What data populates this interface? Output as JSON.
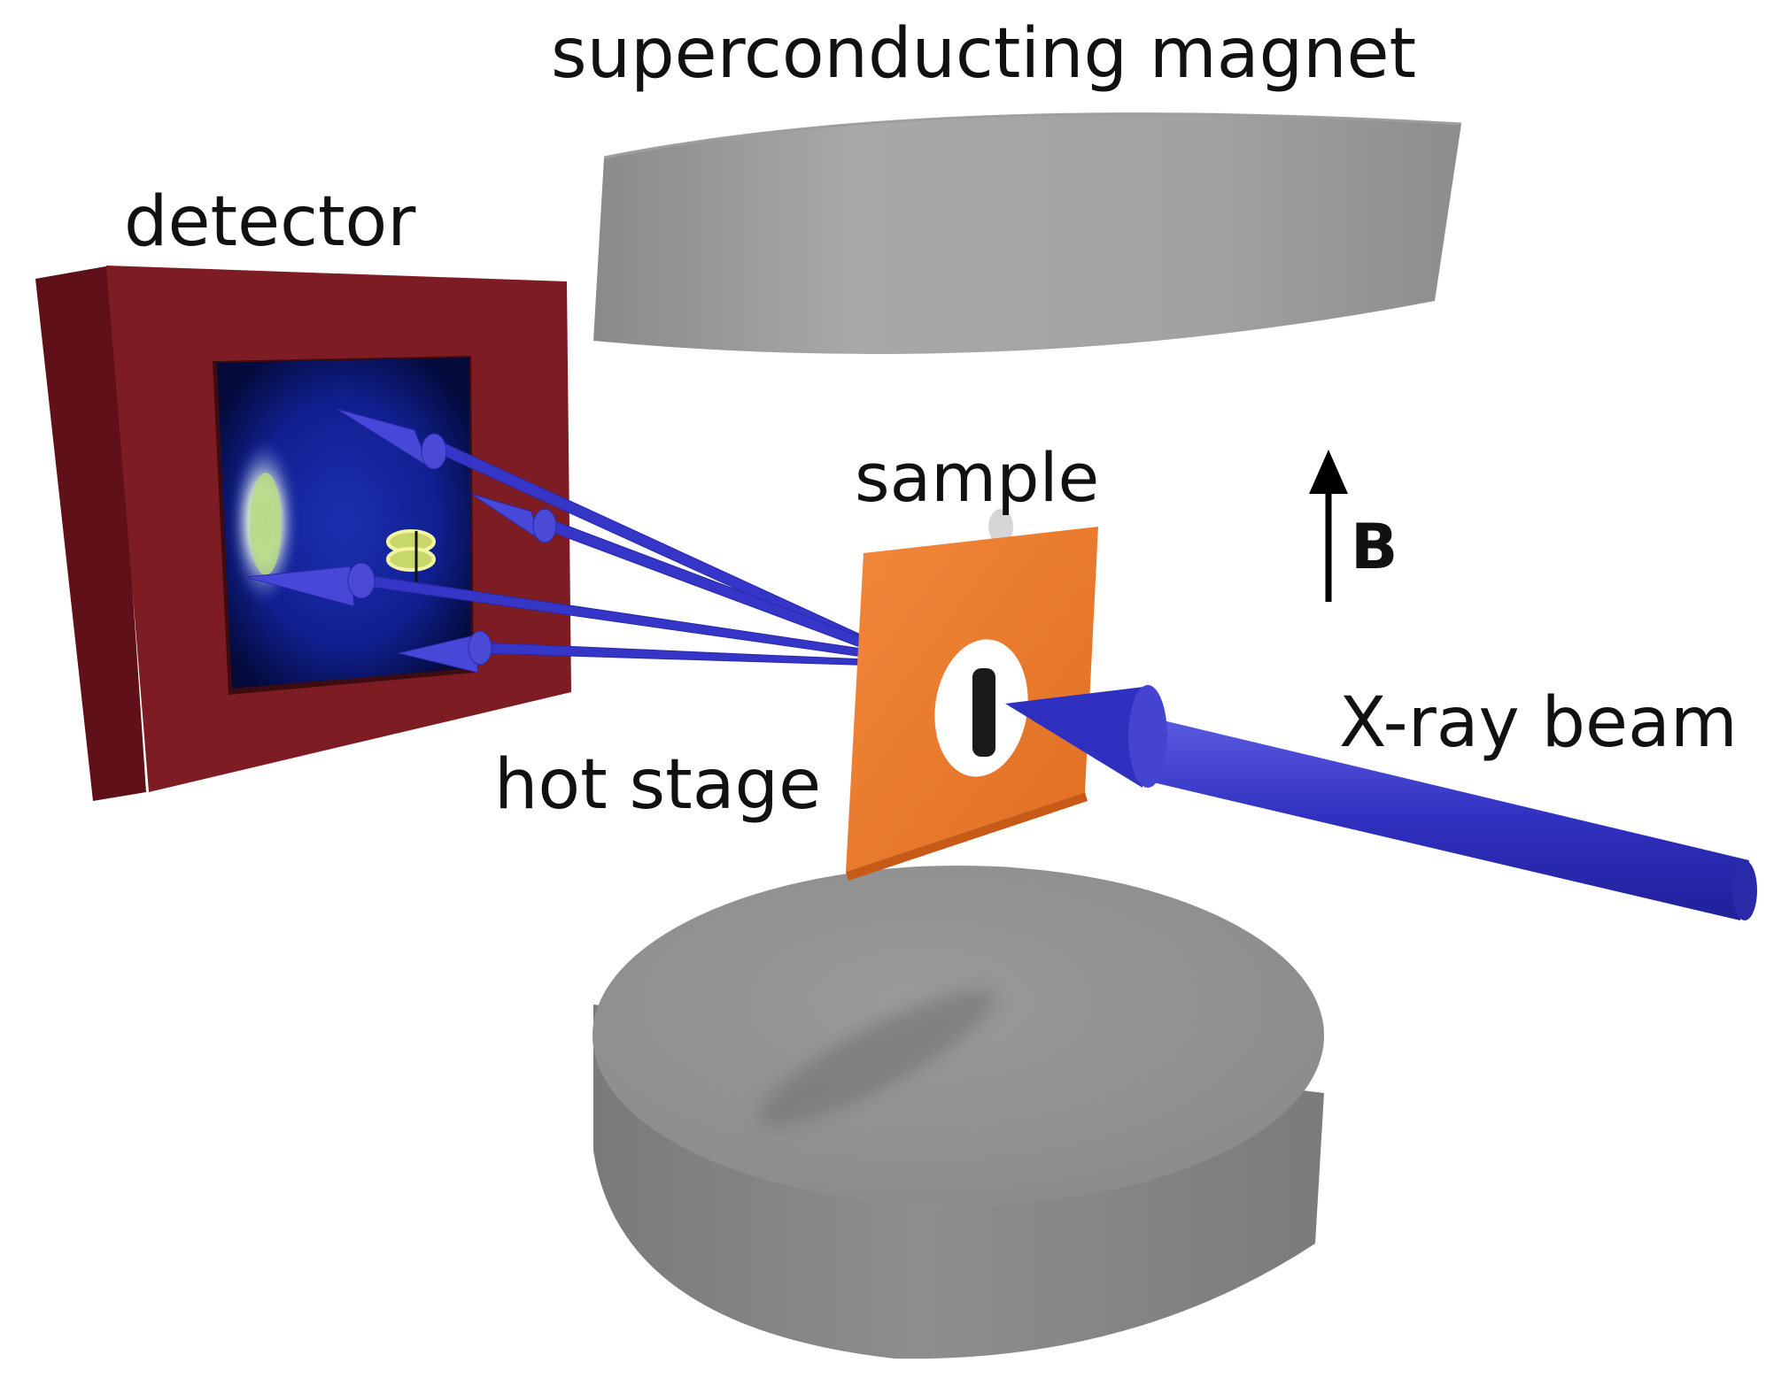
{
  "labels": {
    "magnet": "superconducting magnet",
    "detector": "detector",
    "sample": "sample",
    "field": "B",
    "beam": "X-ray beam",
    "hot_stage": "hot stage"
  },
  "colors": {
    "magnet": "#9a9a9a",
    "detector_frame": "#7e1c24",
    "detector_screen": "#0a1a6e",
    "beam": "#3434c4",
    "hot_stage": "#ee7a2e",
    "sample": "#1a1a1a"
  }
}
